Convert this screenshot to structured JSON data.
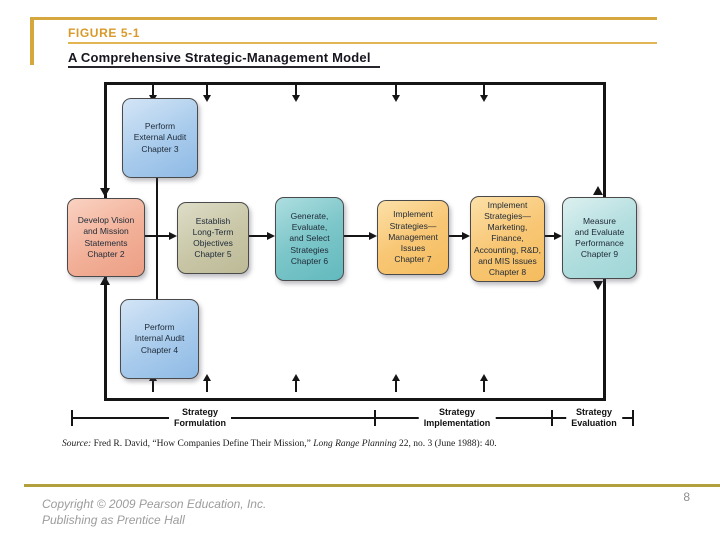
{
  "header": {
    "figure_label": "FIGURE 5-1",
    "title": "A Comprehensive Strategic-Management Model"
  },
  "diagram": {
    "boxes": [
      {
        "name": "perform-external-audit",
        "text": "Perform\nExternal Audit\nChapter 3",
        "color": "#9CC4EA"
      },
      {
        "name": "develop-vision-mission",
        "text": "Develop Vision\nand Mission\nStatements\nChapter 2",
        "color": "#F0A98F"
      },
      {
        "name": "establish-long-term-objectives",
        "text": "Establish\nLong-Term\nObjectives\nChapter 5",
        "color": "#C2C09E"
      },
      {
        "name": "generate-evaluate-select-strategies",
        "text": "Generate,\nEvaluate,\nand Select\nStrategies\nChapter 6",
        "color": "#6FC0C3"
      },
      {
        "name": "implement-strategies-management",
        "text": "Implement\nStrategies—\nManagement\nIssues\nChapter 7",
        "color": "#F7C26B"
      },
      {
        "name": "implement-strategies-functional",
        "text": "Implement\nStrategies—\nMarketing,\nFinance,\nAccounting, R&D,\nand MIS Issues\nChapter 8",
        "color": "#F7C26B"
      },
      {
        "name": "measure-evaluate-performance",
        "text": "Measure\nand Evaluate\nPerformance\nChapter 9",
        "color": "#A5D8D9"
      },
      {
        "name": "perform-internal-audit",
        "text": "Perform\nInternal Audit\nChapter 4",
        "color": "#9CC4EA"
      }
    ],
    "stages": [
      {
        "label": "Strategy\nFormulation"
      },
      {
        "label": "Strategy\nImplementation"
      },
      {
        "label": "Strategy\nEvaluation"
      }
    ],
    "source": {
      "prefix": "Source:",
      "citation": " Fred R. David, “How Companies Define Their Mission,” ",
      "journal": "Long Range Planning",
      "suffix": " 22, no. 3 (June 1988): 40."
    }
  },
  "footer": {
    "copyright": "Copyright © 2009 Pearson Education, Inc.\nPublishing as Prentice Hall",
    "page_number": "8"
  },
  "colors": {
    "accent_gold": "#D6A73E",
    "rule_gold": "#E2B452",
    "footer_line": "#B2A03C",
    "figure_label_text": "#D99A2B",
    "diagram_line": "#151515"
  }
}
